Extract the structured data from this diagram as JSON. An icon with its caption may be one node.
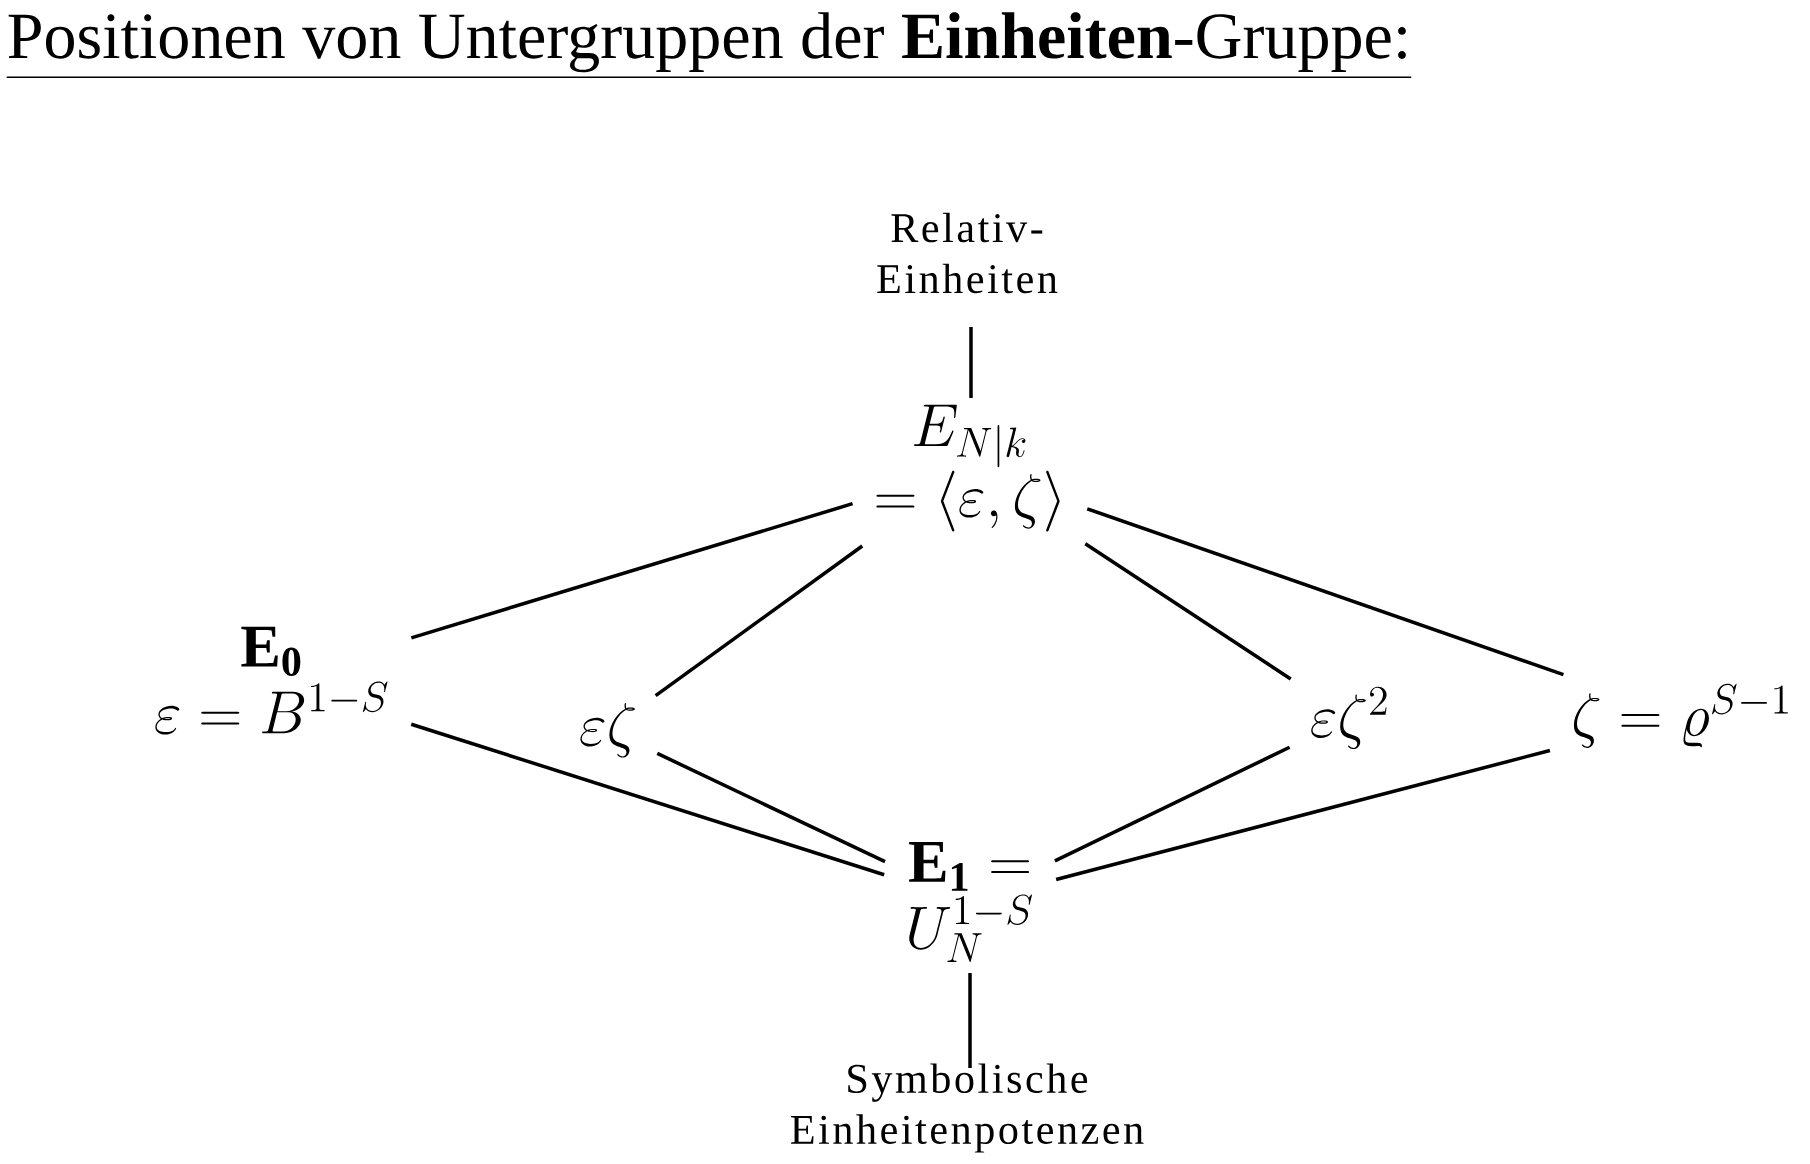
{
  "diagram": {
    "title": "Positionen von Untergruppen der **Einheiten**-Gruppe:",
    "nodes": [
      {
        "text": [
          "Relativ- Einheiten"
        ]
      },
      {
        "text": [
          "E_{N|k}",
          "= \\langle\\varepsilon,\\zeta\\rangle"
        ]
      },
      {
        "text": [
          "\\mathbf{E_0}",
          "\\varepsilon = B^{1-S}"
        ]
      },
      {
        "text": [
          "\\varepsilon\\zeta"
        ]
      },
      {
        "text": [
          "\\varepsilon\\zeta^2"
        ]
      },
      {
        "text": [
          "\\zeta = \\varrho^{S-1}"
        ]
      },
      {
        "text": [
          "\\mathbf{E_1} =",
          "U_N^{1-S}"
        ]
      },
      {
        "text": [
          "Symbolische Einheitenpotenzen"
        ]
      }
    ],
    "edges": [
      {
        "from": 0,
        "to": 1,
        "arrow": "none"
      },
      {
        "from": 1,
        "to": 2,
        "arrow": "none"
      },
      {
        "from": 1,
        "to": 3,
        "arrow": "none"
      },
      {
        "from": 1,
        "to": 4,
        "arrow": "none"
      },
      {
        "from": 1,
        "to": 5,
        "arrow": "none"
      },
      {
        "from": 2,
        "to": 6,
        "arrow": "none"
      },
      {
        "from": 3,
        "to": 6,
        "arrow": "none"
      },
      {
        "from": 4,
        "to": 6,
        "arrow": "none"
      },
      {
        "from": 5,
        "to": 6,
        "arrow": "none"
      },
      {
        "from": 6,
        "to": 7,
        "arrow": "none"
      }
    ]
  }
}
